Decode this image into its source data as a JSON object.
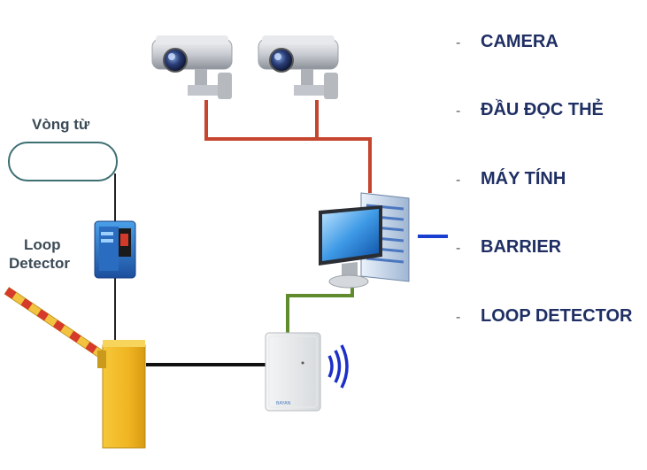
{
  "labels": {
    "loop_coil": "Vòng từ",
    "loop_detector_line1": "Loop",
    "loop_detector_line2": "Detector"
  },
  "legend": {
    "dash": "-",
    "items": [
      "CAMERA",
      "ĐẦU ĐỌC THẺ",
      "MÁY TÍNH",
      "BARRIER",
      "LOOP DETECTOR"
    ]
  },
  "colors": {
    "camera_wire": "#c5452f",
    "reader_wire": "#5f8a2e",
    "barrier_wire": "#111111",
    "loop_wire": "#222222",
    "legend_text": "#1f2f63",
    "pc_blue_line": "#1a3fd0",
    "barrier_body": "#f2b926",
    "barrier_arm_red": "#d63a2a",
    "barrier_arm_yellow": "#f1c340"
  },
  "icons": {
    "camera": "cctv-camera-icon",
    "computer": "desktop-computer-icon",
    "card_reader": "rfid-card-reader-icon",
    "barrier": "boom-barrier-icon",
    "loop_detector": "loop-detector-device-icon",
    "loop_coil": "induction-loop-coil-icon"
  }
}
